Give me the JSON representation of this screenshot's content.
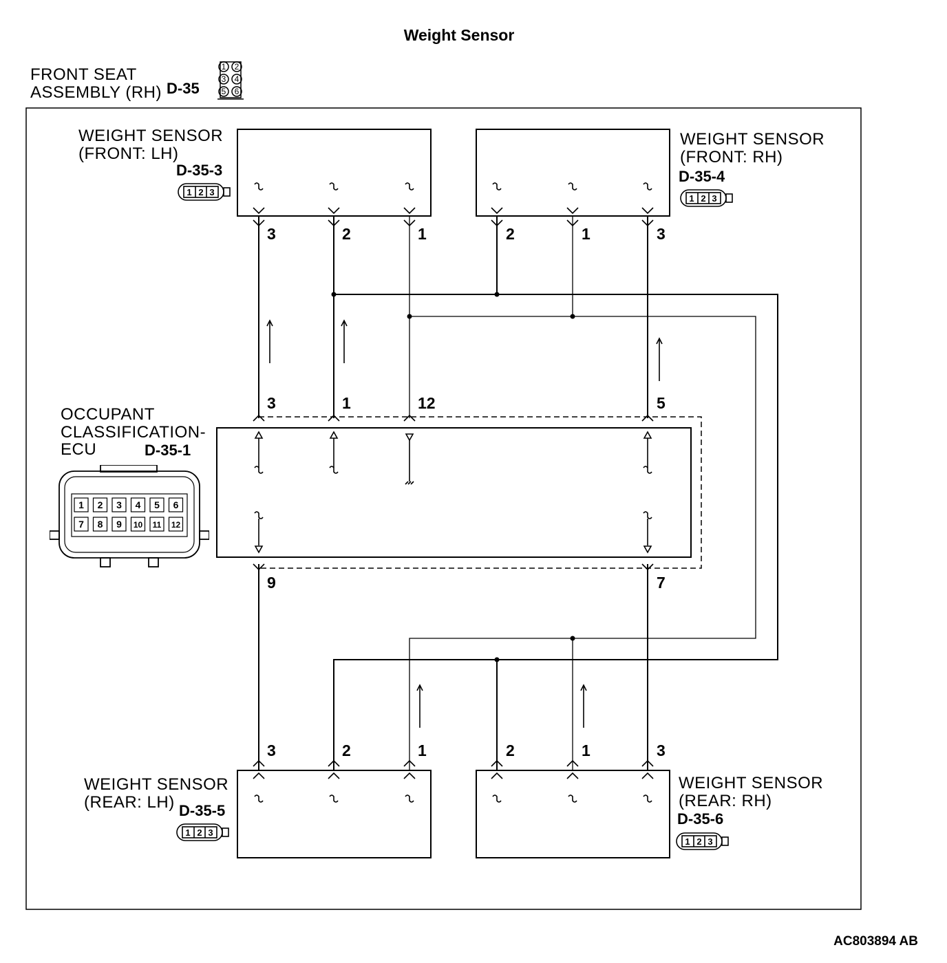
{
  "title": "Weight Sensor",
  "figure_code": "AC803894 AB",
  "seat": {
    "line1": "FRONT SEAT",
    "line2": "ASSEMBLY (RH)",
    "code": "D-35",
    "connector_pins": [
      "1",
      "2",
      "3",
      "4",
      "5",
      "6"
    ]
  },
  "sensor_front_lh": {
    "line1": "WEIGHT SENSOR",
    "line2": "(FRONT: LH)",
    "code": "D-35-3",
    "pins": [
      "3",
      "2",
      "1"
    ]
  },
  "sensor_front_rh": {
    "line1": "WEIGHT SENSOR",
    "line2": "(FRONT: RH)",
    "code": "D-35-4",
    "pins": [
      "2",
      "1",
      "3"
    ]
  },
  "sensor_rear_lh": {
    "line1": "WEIGHT SENSOR",
    "line2": "(REAR: LH)",
    "code": "D-35-5",
    "pins": [
      "3",
      "2",
      "1"
    ]
  },
  "sensor_rear_rh": {
    "line1": "WEIGHT SENSOR",
    "line2": "(REAR: RH)",
    "code": "D-35-6",
    "pins": [
      "2",
      "1",
      "3"
    ]
  },
  "small_connector_pins": [
    "1",
    "2",
    "3"
  ],
  "ecu": {
    "line1": "OCCUPANT",
    "line2": "CLASSIFICATION-",
    "line3": "ECU",
    "code": "D-35-1",
    "top_pins": [
      "3",
      "1",
      "12",
      "5"
    ],
    "bottom_pins": [
      "9",
      "7"
    ],
    "connector_pins_row1": [
      "1",
      "2",
      "3",
      "4",
      "5",
      "6"
    ],
    "connector_pins_row2": [
      "7",
      "8",
      "9",
      "10",
      "11",
      "12"
    ]
  }
}
